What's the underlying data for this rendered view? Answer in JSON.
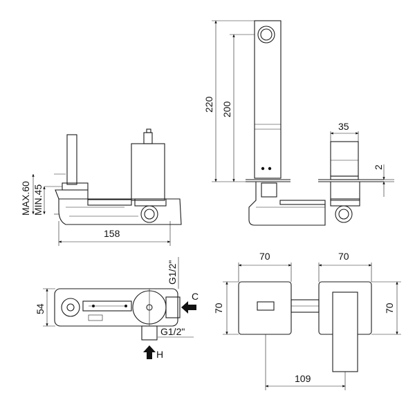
{
  "dimensions": {
    "side_width": "158",
    "side_max": "MAX.60",
    "side_min": "MIN.45",
    "spout_total": "220",
    "spout_inner": "200",
    "handle_width": "35",
    "plate_thickness": "2",
    "top_depth": "54",
    "thread_top": "G1/2\"",
    "thread_bottom": "G1/2\"",
    "inlet_cold": "C",
    "inlet_hot": "H",
    "plate_left_width": "70",
    "plate_right_width": "70",
    "plate_left_height": "70",
    "plate_right_height": "70",
    "centre_distance": "109"
  }
}
